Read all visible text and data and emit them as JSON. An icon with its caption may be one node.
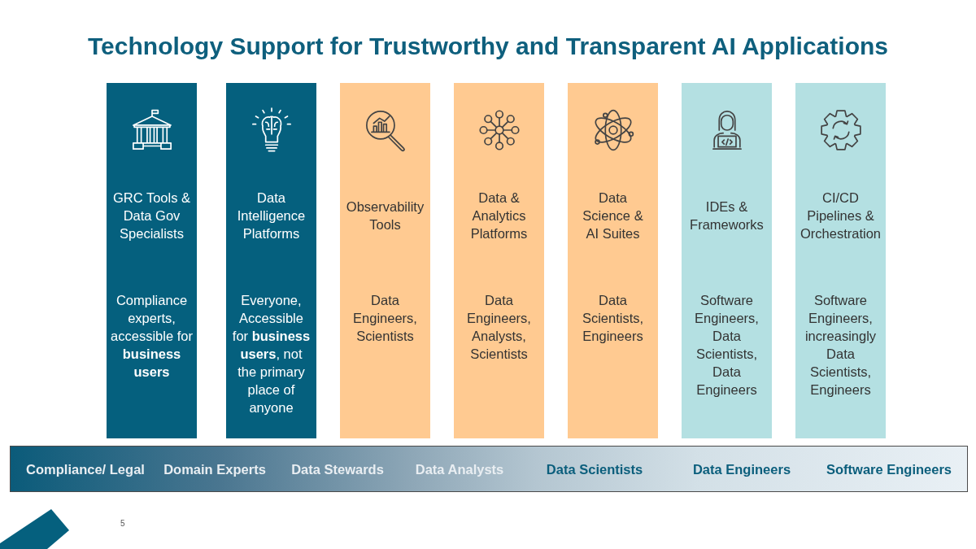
{
  "diagram": {
    "title": "Technology Support for Trustworthy and Transparent AI Applications",
    "nodes": [
      {
        "text": [
          "GRC Tools & Data Gov Specialists",
          "Compliance experts, accessible for **business users**"
        ]
      },
      {
        "text": [
          "Data Intelligence Platforms",
          "Everyone, Accessible for **business users**, not the primary place of anyone"
        ]
      },
      {
        "text": [
          "Observability Tools",
          "Data Engineers, Scientists"
        ]
      },
      {
        "text": [
          "Data & Analytics Platforms",
          "Data Engineers, Analysts, Scientists"
        ]
      },
      {
        "text": [
          "Data Science & AI Suites",
          "Data Scientists, Engineers"
        ]
      },
      {
        "text": [
          "IDEs & Frameworks",
          "Software Engineers, Data Scientists, Data Engineers"
        ]
      },
      {
        "text": [
          "CI/CD Pipelines & Orchestration",
          "Software Engineers, increasingly Data Scientists, Engineers"
        ]
      },
      {
        "text": [
          "Compliance/ Legal",
          "Domain Experts",
          "Data Stewards",
          "Data Analysts",
          "Data Scientists",
          "Data Engineers",
          "Software Engineers"
        ]
      }
    ],
    "labels": [
      "5"
    ]
  }
}
